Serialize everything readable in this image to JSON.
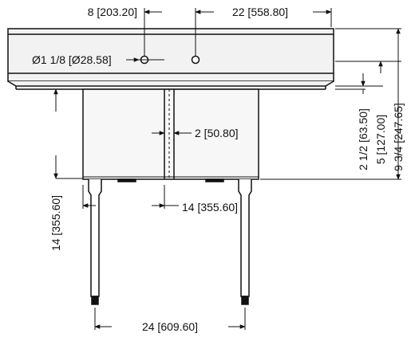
{
  "colors": {
    "line": "#111111",
    "fill_panel": "#f2f2f2",
    "fill_bowl": "#f7f7f7",
    "background": "#ffffff"
  },
  "dimensions": {
    "top_offset": "8 [203.20]",
    "top_span": "22 [558.80]",
    "drain_hole": "Ø1 1/8 [Ø28.58]",
    "divider_width": "2 [50.80]",
    "bowl_width": "14 [355.60]",
    "bowl_depth": "14 [355.60]",
    "drop_small": "2 1/2 [63.50]",
    "drop_mid": "5 [127.00]",
    "drop_total": "9 3/4 [247.65]",
    "leg_span": "24 [609.60]"
  }
}
